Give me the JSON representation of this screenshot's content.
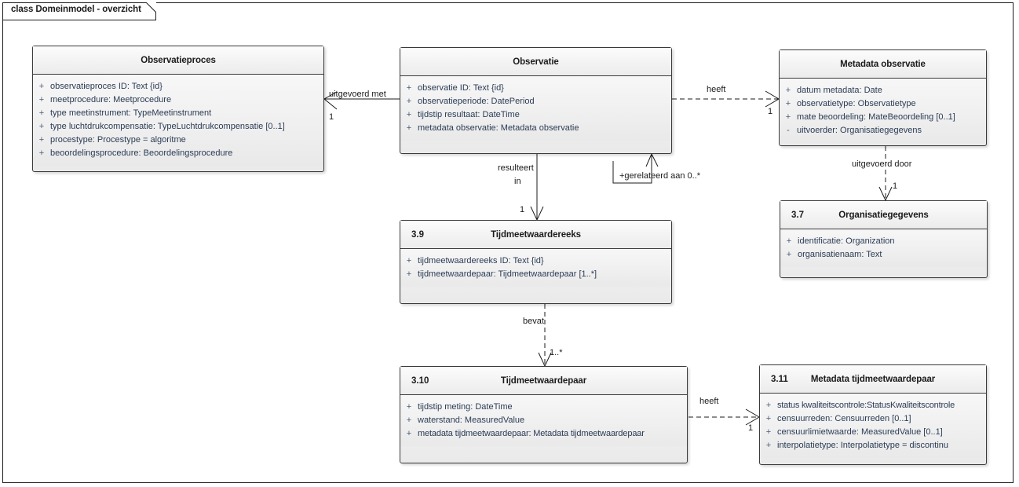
{
  "frame": {
    "title": "class Domeinmodel - overzicht"
  },
  "classes": [
    {
      "id": "observatieproces",
      "num": "",
      "title": "Observatieproces",
      "attributes": [
        {
          "vis": "+",
          "text": "observatieproces ID: Text {id}"
        },
        {
          "vis": "+",
          "text": "meetprocedure: Meetprocedure"
        },
        {
          "vis": "+",
          "text": "type meetinstrument: TypeMeetinstrument"
        },
        {
          "vis": "+",
          "text": "type luchtdrukcompensatie: TypeLuchtdrukcompensatie [0..1]"
        },
        {
          "vis": "+",
          "text": "procestype: Procestype = algoritme"
        },
        {
          "vis": "+",
          "text": "beoordelingsprocedure: Beoordelingsprocedure"
        }
      ]
    },
    {
      "id": "observatie",
      "num": "",
      "title": "Observatie",
      "attributes": [
        {
          "vis": "+",
          "text": "observatie ID: Text {id}"
        },
        {
          "vis": "+",
          "text": "observatieperiode: DatePeriod"
        },
        {
          "vis": "+",
          "text": "tijdstip resultaat: DateTime"
        },
        {
          "vis": "+",
          "text": "metadata observatie: Metadata observatie"
        }
      ]
    },
    {
      "id": "metadata-observatie",
      "num": "",
      "title": "Metadata observatie",
      "attributes": [
        {
          "vis": "+",
          "text": "datum metadata: Date"
        },
        {
          "vis": "+",
          "text": "observatietype: Observatietype"
        },
        {
          "vis": "+",
          "text": "mate beoordeling: MateBeoordeling [0..1]"
        },
        {
          "vis": "-",
          "text": "uitvoerder: Organisatiegegevens"
        }
      ]
    },
    {
      "id": "organisatiegegevens",
      "num": "3.7",
      "title": "Organisatiegegevens",
      "attributes": [
        {
          "vis": "+",
          "text": "identificatie: Organization"
        },
        {
          "vis": "+",
          "text": "organisatienaam: Text"
        }
      ]
    },
    {
      "id": "tijdmeetwaardereeks",
      "num": "3.9",
      "title": "Tijdmeetwaardereeks",
      "attributes": [
        {
          "vis": "+",
          "text": "tijdmeetwaardereeks ID: Text {id}"
        },
        {
          "vis": "+",
          "text": "tijdmeetwaardepaar: Tijdmeetwaardepaar [1..*]"
        }
      ]
    },
    {
      "id": "tijdmeetwaardepaar",
      "num": "3.10",
      "title": "Tijdmeetwaardepaar",
      "attributes": [
        {
          "vis": "+",
          "text": "tijdstip meting: DateTime"
        },
        {
          "vis": "+",
          "text": "waterstand: MeasuredValue"
        },
        {
          "vis": "+",
          "text": "metadata tijdmeetwaardepaar: Metadata tijdmeetwaardepaar"
        }
      ]
    },
    {
      "id": "metadata-tijdmeetwaardepaar",
      "num": "3.11",
      "title": "Metadata tijdmeetwaardepaar",
      "attributes": [
        {
          "vis": "+",
          "text": "status kwaliteitscontrole:StatusKwaliteitscontrole"
        },
        {
          "vis": "+",
          "text": "censuurreden: Censuurreden [0..1]"
        },
        {
          "vis": "+",
          "text": "censuurlimietwaarde: MeasuredValue [0..1]"
        },
        {
          "vis": "+",
          "text": "interpolatietype: Interpolatietype = discontinu"
        }
      ]
    }
  ],
  "relations": [
    {
      "id": "uitgevoerd-met",
      "label": "uitgevoerd met",
      "multiplicity": "1"
    },
    {
      "id": "heeft-observatie-metadata",
      "label": "heeft",
      "multiplicity": "1"
    },
    {
      "id": "gerelateerd-aan",
      "label": "+gerelateerd aan 0..*",
      "multiplicity": ""
    },
    {
      "id": "resulteert-in",
      "label_line1": "resulteert",
      "label_line2": "in",
      "multiplicity": "1"
    },
    {
      "id": "uitgevoerd-door",
      "label": "uitgevoerd door",
      "multiplicity": "1"
    },
    {
      "id": "bevat",
      "label": "bevat",
      "multiplicity": "1..*"
    },
    {
      "id": "heeft-paar-metadata",
      "label": "heeft",
      "multiplicity": "1"
    }
  ],
  "colors": {
    "line": "#1b1b1b",
    "box_border": "#3a3a3a",
    "attr_text": "#2b3c55",
    "title_text": "#1b1b1b",
    "box_fill": "#f0f0f0",
    "page_bg": "#ffffff"
  }
}
